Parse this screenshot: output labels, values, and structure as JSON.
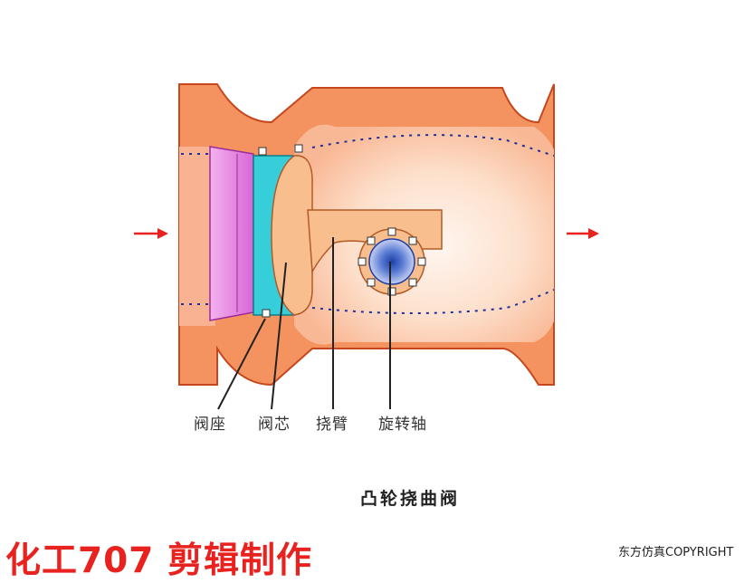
{
  "labels": {
    "seat": "阀座",
    "disc": "阀芯",
    "arm": "挠臂",
    "shaft": "旋转轴"
  },
  "title": "凸轮挠曲阀",
  "watermark": "化工707 剪辑制作",
  "copyright": "东方仿真COPYRIGHT",
  "colors": {
    "body": "#f4935f",
    "body_outline": "#c6471d",
    "interior": "#fcd4b8",
    "seat": "#e989e6",
    "disc": "#36cfd9",
    "disc_face": "#f8be8d",
    "shaft": "#3d5fc4",
    "arrow": "#e8231f",
    "watermark": "#e8231f"
  }
}
